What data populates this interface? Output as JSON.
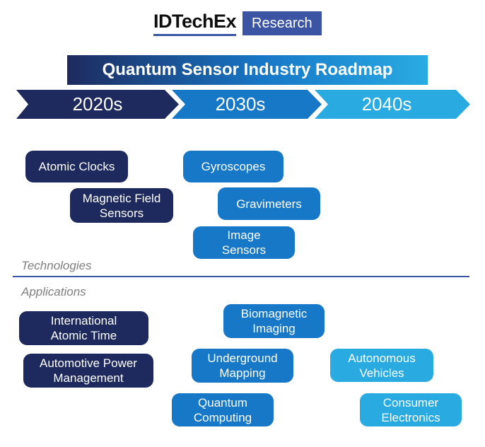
{
  "logo": {
    "brand": "IDTechEx",
    "badge": "Research"
  },
  "header": {
    "title": "Quantum Sensor Industry Roadmap"
  },
  "timeline": {
    "eras": [
      {
        "label": "2020s",
        "color": "#1E2A5E"
      },
      {
        "label": "2030s",
        "color": "#1778C8"
      },
      {
        "label": "2040s",
        "color": "#29ABE2"
      }
    ]
  },
  "sections": {
    "technologies": "Technologies",
    "applications": "Applications"
  },
  "technologies": [
    {
      "label": "Atomic Clocks",
      "era": "2020s"
    },
    {
      "label": "Magnetic Field\nSensors",
      "era": "2020s"
    },
    {
      "label": "Gyroscopes",
      "era": "2030s"
    },
    {
      "label": "Gravimeters",
      "era": "2030s"
    },
    {
      "label": "Image\nSensors",
      "era": "2030s"
    }
  ],
  "applications": [
    {
      "label": "International\nAtomic Time",
      "era": "2020s"
    },
    {
      "label": "Automotive Power\nManagement",
      "era": "2020s"
    },
    {
      "label": "Biomagnetic\nImaging",
      "era": "2030s"
    },
    {
      "label": "Underground\nMapping",
      "era": "2030s"
    },
    {
      "label": "Quantum\nComputing",
      "era": "2030s"
    },
    {
      "label": "Autonomous\nVehicles",
      "era": "2040s"
    },
    {
      "label": "Consumer\nElectronics",
      "era": "2040s"
    }
  ],
  "colors": {
    "navy": "#1E2A5E",
    "blue": "#1778C8",
    "cyan": "#29ABE2",
    "title_gradient_start": "#1E2A5E",
    "title_gradient_end": "#29ABE2",
    "logo_badge": "#3B54A4",
    "logo_underline": "#3A55A5",
    "divider": "#3A55A5",
    "section_text": "#7F7F7F"
  }
}
